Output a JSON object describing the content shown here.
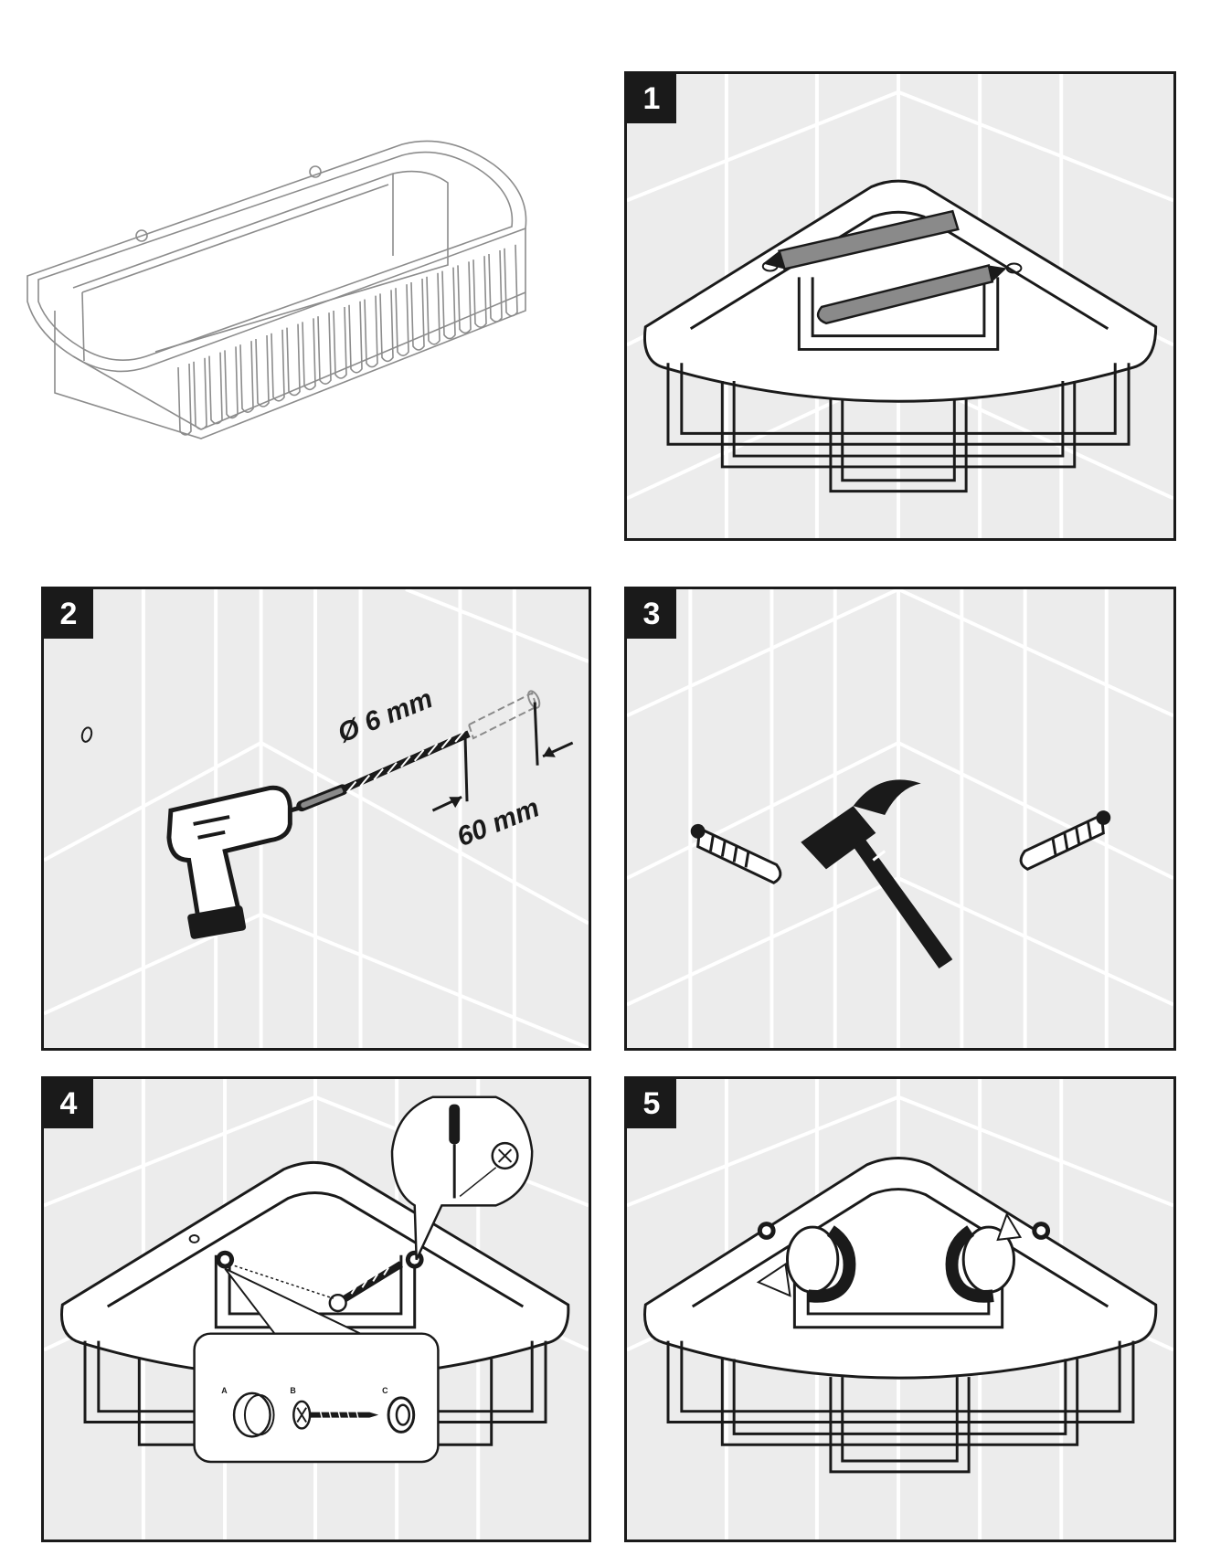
{
  "steps": [
    {
      "number": "1"
    },
    {
      "number": "2"
    },
    {
      "number": "3"
    },
    {
      "number": "4"
    },
    {
      "number": "5"
    }
  ],
  "drill": {
    "diameter_label": "Ø 6 mm",
    "depth_label": "60 mm"
  },
  "parts": {
    "a": "A",
    "b": "B",
    "c": "C"
  },
  "colors": {
    "panel_bg": "#ececec",
    "tile_lines": "#ffffff",
    "ink": "#1a1a1a",
    "marker_gray": "#8a8a8a"
  }
}
